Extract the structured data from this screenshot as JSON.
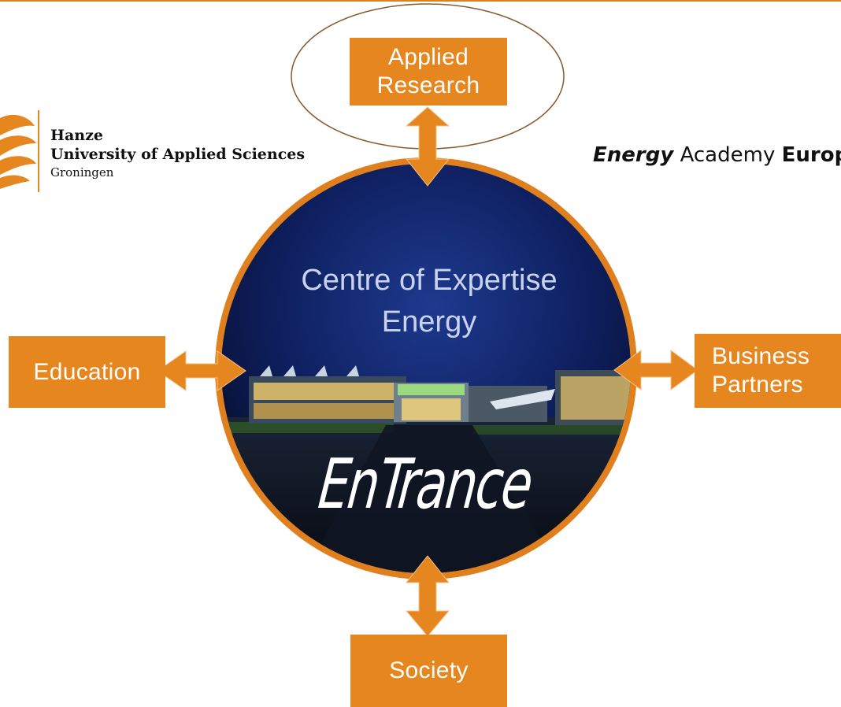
{
  "diagram": {
    "center": {
      "title_line1": "Centre of Expertise",
      "title_line2": "Energy",
      "wordmark": "EnTrance"
    },
    "nodes": {
      "research": {
        "line1": "Applied",
        "line2": "Research",
        "highlighted": true
      },
      "education": {
        "label": "Education"
      },
      "business": {
        "line1": "Business",
        "line2": "Partners"
      },
      "society": {
        "label": "Society"
      }
    },
    "connector_style": "double-headed arrow",
    "colors": {
      "accent": "#E5861F",
      "ring": "#E07F1D",
      "night_sky": "#0C1A4E",
      "title_text": "#C9D3EE",
      "highlight_ellipse": "#8A5A2B"
    }
  },
  "logos": {
    "hanze": {
      "line1": "Hanze",
      "line2": "University of Applied Sciences",
      "line3": "Groningen",
      "icon": "hanze-flame-emblem-icon"
    },
    "energy_academy": {
      "word1": "Energy",
      "word2": "Academy",
      "word3": "Europ"
    }
  }
}
